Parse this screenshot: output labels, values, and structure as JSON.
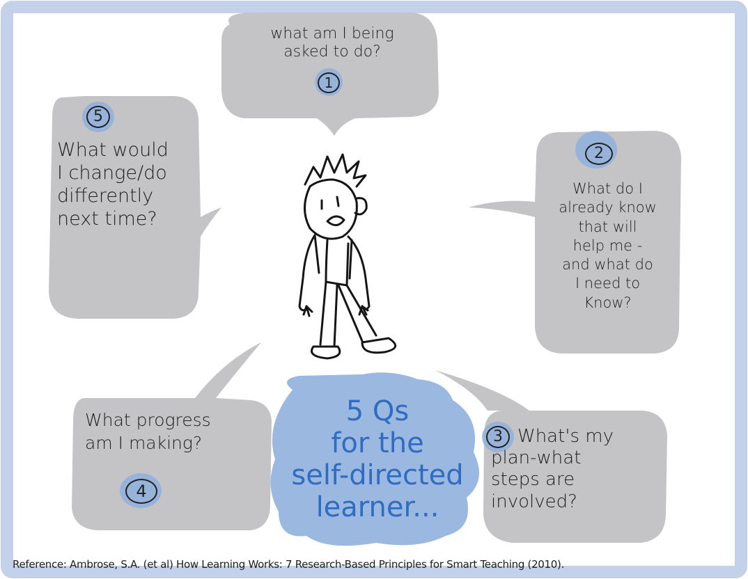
{
  "colors": {
    "border": "#c3d2ea",
    "bubble": "#c4c4c6",
    "highlight": "#8fb0dd",
    "title": "#2f6cc2",
    "ink": "#1f1f1f"
  },
  "bubbles": {
    "q1": {
      "number": "1",
      "lines": [
        "what am I being",
        "asked to do?"
      ]
    },
    "q2": {
      "number": "2",
      "lines": [
        "What do I",
        "already know",
        "that will",
        "help me -",
        "and what do",
        "I need to",
        "Know?"
      ]
    },
    "q3": {
      "number": "3",
      "lines": [
        "What's my",
        "plan-what",
        "steps are",
        "involved?"
      ]
    },
    "q4": {
      "number": "4",
      "lines": [
        "What progress",
        "am I making?"
      ]
    },
    "q5": {
      "number": "5",
      "lines": [
        "What would",
        "I change/do",
        "differently",
        "next time?"
      ]
    }
  },
  "title": {
    "lines": [
      "5 Qs",
      "for the",
      "self-directed",
      "learner..."
    ]
  },
  "reference": "Reference: Ambrose, S.A. (et al) How Learning Works: 7 Research-Based Principles for Smart Teaching (2010)."
}
